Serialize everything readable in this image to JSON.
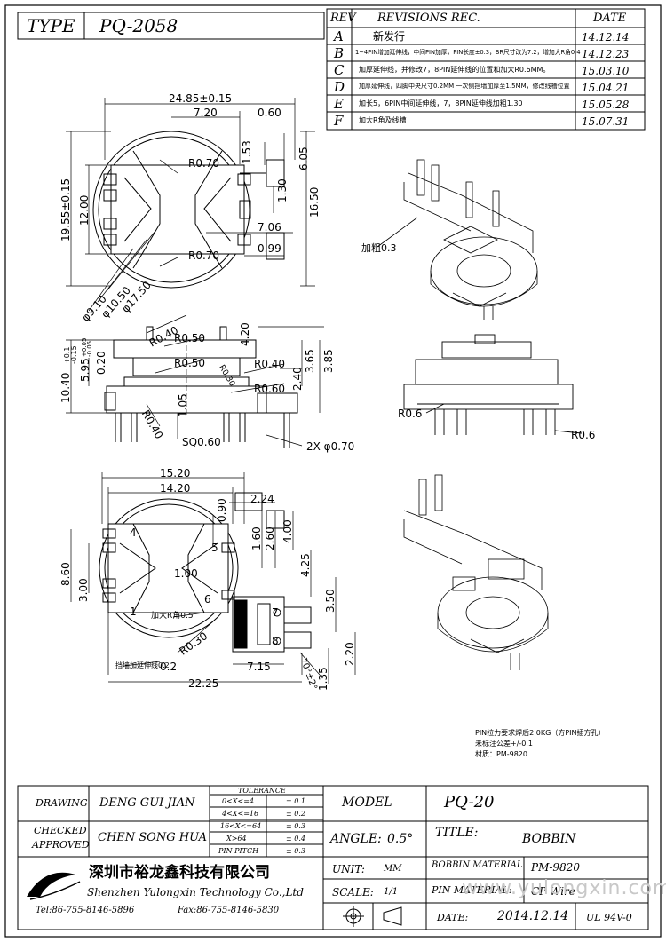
{
  "header": {
    "type_label": "TYPE",
    "type_value": "PQ-2058",
    "rev_label": "REV",
    "revisions_label": "REVISIONS REC.",
    "date_label": "DATE"
  },
  "revisions": [
    {
      "rev": "A",
      "text": "新发行",
      "date": "14.12.14"
    },
    {
      "rev": "B",
      "text": "1~4PIN增加延伸线，中间PIN加厚，PIN长度±0.3，BR尺寸改为7.2，增加大R角0.4",
      "date": "14.12.23"
    },
    {
      "rev": "C",
      "text": "加厚延伸线，并修改7，8PIN延伸线的位置和加大R0.6MM。",
      "date": "15.03.10"
    },
    {
      "rev": "D",
      "text": "加厚延伸线，四脚中央尺寸0.2MM 一次侧挡墙加厚至1.5MM，修改线槽位置",
      "date": "15.04.21"
    },
    {
      "rev": "E",
      "text": "加长5，6PIN中间延伸线，7，8PIN延伸线加粗1.30",
      "date": "15.05.28"
    },
    {
      "rev": "F",
      "text": "加大R角及线槽",
      "date": "15.07.31"
    }
  ],
  "dimensions": {
    "top_view": [
      "24.85±0.15",
      "7.20",
      "0.60",
      "R0.70",
      "1.53",
      "6.05",
      "1.30",
      "16.50",
      "7.06",
      "R0.70",
      "0.99",
      "19.55±0.15",
      "12.00",
      "φ9.10",
      "φ10.50",
      "φ17.50"
    ],
    "side_view": [
      "R0.40",
      "R0.50",
      "4.20",
      "R0.50",
      "R0.40",
      "R0.30",
      "2.40",
      "3.65",
      "3.85",
      "10.40",
      "5.95",
      "0.20",
      "R0.60",
      "R0.40",
      "1.05",
      "SQ0.60",
      "2X φ0.70",
      "R0.6",
      "R0.6"
    ],
    "side_view_tol": [
      "+0.1",
      "-0.15",
      "+0.05",
      "-0.05"
    ],
    "bottom_view": [
      "15.20",
      "14.20",
      "2.24",
      "0.90",
      "1.60",
      "2.60",
      "4.00",
      "4.25",
      "1.00",
      "8.60",
      "3.00",
      "3.50",
      "2.20",
      "1.35",
      "7.15",
      "22.25",
      "R0.30",
      "0.2",
      "70°±2°",
      "加大R角0.5",
      "挡墙加延伸线0.2"
    ],
    "pins": [
      "1",
      "4",
      "5",
      "6",
      "7",
      "8"
    ],
    "iso_label": "加粗0.3"
  },
  "notes": {
    "line1": "PIN拉力要求焊后2.0KG（方PIN插方孔）",
    "line2": "未标注公差+/-0.1",
    "line3": "材质：PM-9820"
  },
  "titleblock": {
    "drawing_label": "DRAWING",
    "drawing_name": "DENG GUI JIAN",
    "checked_label": "CHECKED",
    "approved_label": "APPROVED",
    "checked_name": "CHEN SONG HUA",
    "tolerance_label": "TOLERANCE",
    "tolerance": [
      {
        "range": "0<X<=4",
        "value": "± 0.1"
      },
      {
        "range": "4<X<=16",
        "value": "± 0.2"
      },
      {
        "range": "16<X<=64",
        "value": "± 0.3"
      },
      {
        "range": "X>64",
        "value": "± 0.4"
      },
      {
        "range": "PIN PITCH",
        "value": "± 0.3"
      }
    ],
    "model_label": "MODEL",
    "model_value": "PQ-20",
    "angle_label": "ANGLE:",
    "angle_value": "0.5°",
    "title_label": "TITLE:",
    "title_value": "BOBBIN",
    "unit_label": "UNIT:",
    "unit_value": "MM",
    "scale_label": "SCALE:",
    "scale_value": "1/1",
    "bobbin_material_label": "BOBBIN MATERIAL",
    "bobbin_material_value": "PM-9820",
    "pin_material_label": "PIN MATERIAL:",
    "pin_material_value": "CP Wire",
    "date_label": "DATE:",
    "date_value": "2014.12.14",
    "ul_value": "UL 94V-0",
    "company_cn": "深圳市裕龙鑫科技有限公司",
    "company_en": "Shenzhen Yulongxin Technology Co.,Ltd",
    "tel": "Tel:86-755-8146-5896",
    "fax": "Fax:86-755-8146-5830",
    "watermark": "www.yulongxin.com"
  },
  "colors": {
    "ink": "#000000",
    "watermark": "#c8c8c8"
  },
  "icons": [
    "company-logo-icon",
    "projection-symbol-icon",
    "revision-triangle-icon"
  ]
}
